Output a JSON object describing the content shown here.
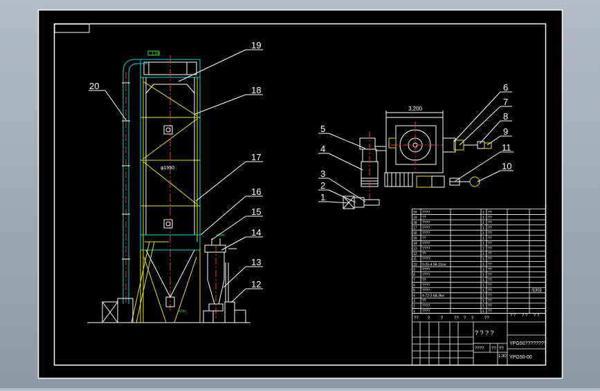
{
  "drawing": {
    "title_block": {
      "drawing_no": "YPG50-00",
      "name": "YPG50????????",
      "scale": "1:30",
      "weight_label": "????",
      "sign_cells": [
        "? ? ? ?",
        "??",
        "??"
      ]
    },
    "dimensions": {
      "width_label": "3,200",
      "tower_diameter": "φ1950"
    },
    "callouts": [
      "1",
      "2",
      "3",
      "4",
      "5",
      "6",
      "7",
      "8",
      "9",
      "10",
      "11",
      "12",
      "13",
      "14",
      "15",
      "16",
      "17",
      "18",
      "19",
      "20"
    ],
    "parts_list": {
      "rows": [
        {
          "no": "20",
          "name": "????",
          "qty": "1",
          "mat": "??"
        },
        {
          "no": "19",
          "name": "??",
          "qty": "1",
          "mat": "??"
        },
        {
          "no": "18",
          "name": "????",
          "qty": "1",
          "mat": "??"
        },
        {
          "no": "17",
          "name": "????",
          "qty": "1",
          "mat": "??"
        },
        {
          "no": "16",
          "name": "????",
          "qty": "1",
          "mat": "??"
        },
        {
          "no": "15",
          "name": "??",
          "qty": "1",
          "mat": "??"
        },
        {
          "no": "14",
          "name": "????",
          "qty": "1",
          "mat": "??"
        },
        {
          "no": "13",
          "name": "????",
          "qty": "1",
          "mat": "??"
        },
        {
          "no": "12",
          "name": "??",
          "qty": "1",
          "mat": "??"
        },
        {
          "no": "11",
          "name": "????",
          "qty": "1",
          "mat": "??"
        },
        {
          "no": "10",
          "name": "9-26-4.5A 11kw",
          "qty": "1",
          "mat": "??"
        },
        {
          "no": "9",
          "name": "????",
          "qty": "1",
          "mat": "??"
        },
        {
          "no": "8",
          "name": "????",
          "qty": "1",
          "mat": "??"
        },
        {
          "no": "7",
          "name": "??",
          "qty": "1",
          "mat": "??"
        },
        {
          "no": "6",
          "name": "????",
          "qty": "1",
          "mat": "??"
        },
        {
          "no": "5",
          "name": "????",
          "qty": "1",
          "mat": "??"
        },
        {
          "no": "4",
          "name": "4-72-3.6A 3kw",
          "qty": "1",
          "mat": "??"
        },
        {
          "no": "3",
          "name": "??",
          "qty": "1",
          "mat": "??"
        },
        {
          "no": "2",
          "name": "????",
          "qty": "1",
          "mat": "??"
        },
        {
          "no": "1",
          "name": "????",
          "qty": "1",
          "mat": "??"
        }
      ],
      "side_note": "/1301",
      "header": [
        "??",
        "?",
        "?",
        "??",
        "?",
        "?",
        "??",
        "? ?",
        "? ?",
        "? ?"
      ]
    },
    "annotations": {
      "top_label": "1.1m",
      "inlet_label": "+10m",
      "outlet_label": "+2m"
    }
  }
}
